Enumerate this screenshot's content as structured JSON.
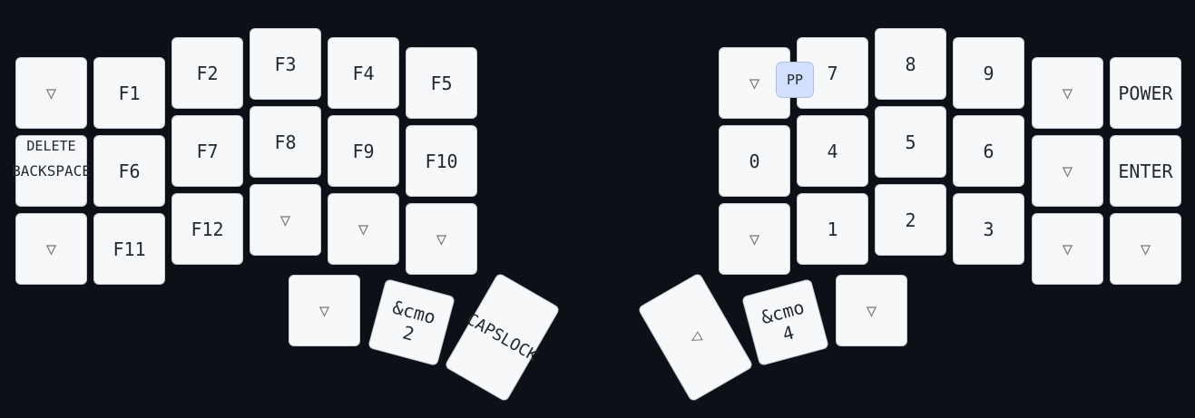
{
  "colors": {
    "background": "#0d1117",
    "key": "#f6f8fa",
    "combo": "#d3e0fd"
  },
  "trans": "▽",
  "left": {
    "f1": "F1",
    "f2": "F2",
    "f3": "F3",
    "f4": "F4",
    "f5": "F5",
    "delete": "DELETE",
    "backspace": "BACKSPACE",
    "f6": "F6",
    "f7": "F7",
    "f8": "F8",
    "f9": "F9",
    "f10": "F10",
    "f11": "F11",
    "f12": "F12",
    "cmo_line1": "&cmo",
    "cmo_line2": "2",
    "capslock": "CAPSLOCK"
  },
  "right": {
    "n7": "7",
    "n8": "8",
    "n9": "9",
    "power": "POWER",
    "n0": "0",
    "n4": "4",
    "n5": "5",
    "n6": "6",
    "enter": "ENTER",
    "n1": "1",
    "n2": "2",
    "n3": "3",
    "left_arrow": "◁",
    "cmo_line1": "&cmo",
    "cmo_line2": "4"
  },
  "combo": {
    "label": "PP"
  }
}
